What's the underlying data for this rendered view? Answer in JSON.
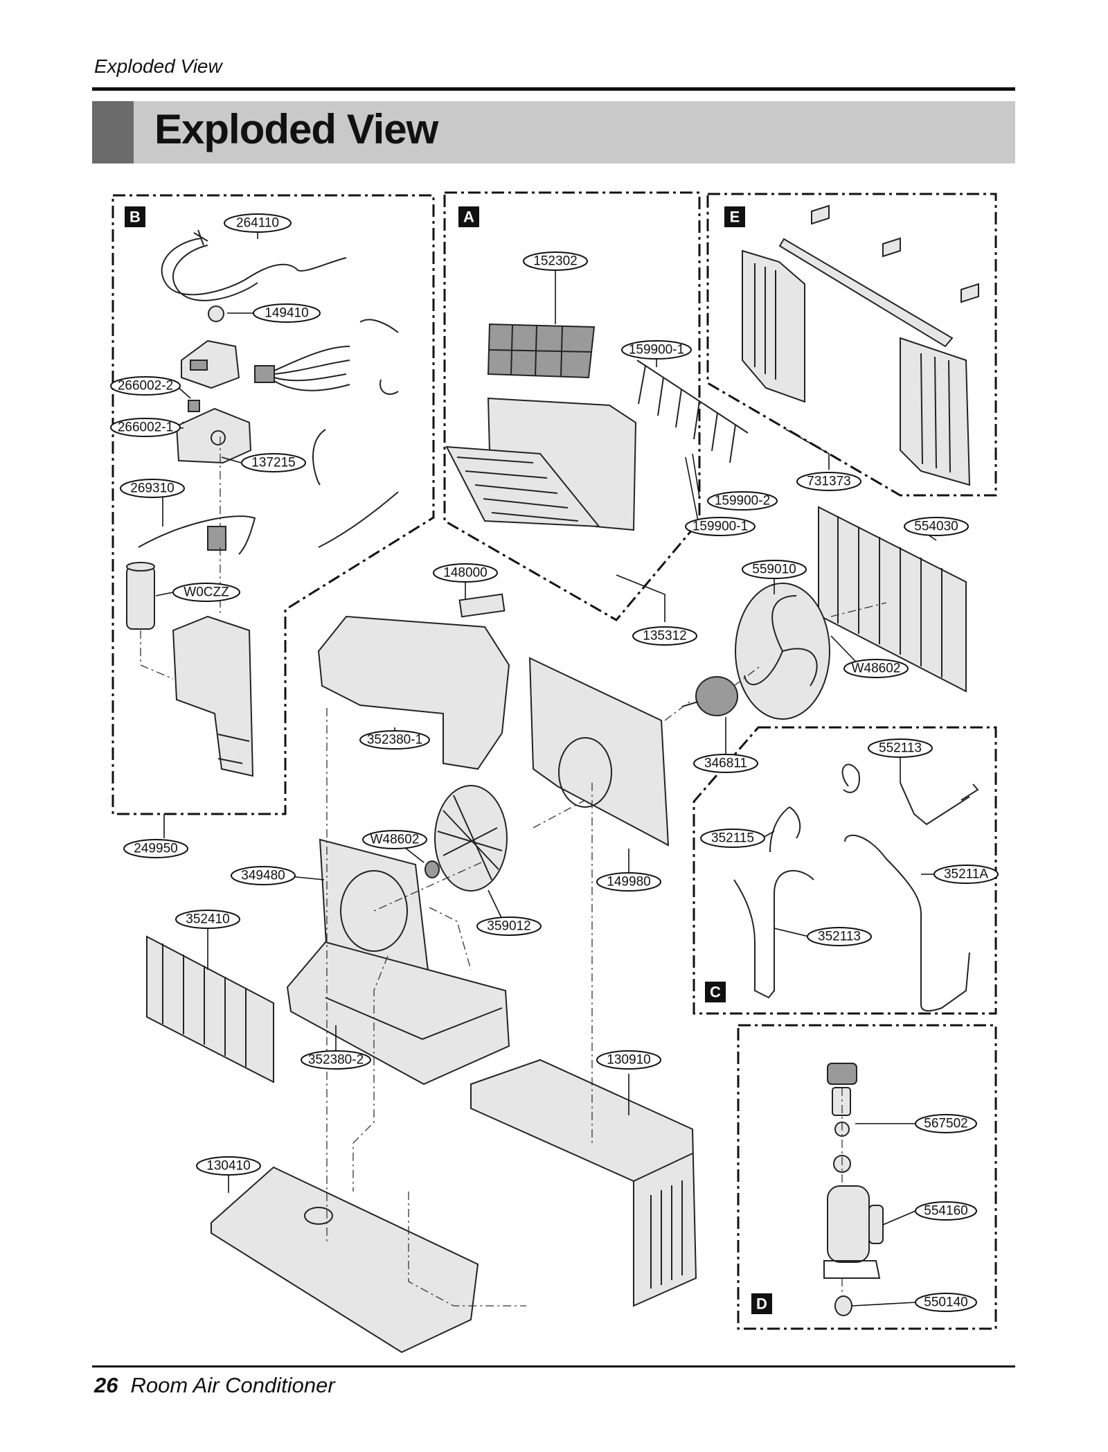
{
  "header": {
    "running_title": "Exploded View"
  },
  "title": {
    "text": "Exploded View"
  },
  "sections": {
    "a": "A",
    "b": "B",
    "c": "C",
    "d": "D",
    "e": "E"
  },
  "labels": {
    "p264110": "264110",
    "p149410": "149410",
    "p266002_2": "266002-2",
    "p266002_1": "266002-1",
    "p137215": "137215",
    "p269310": "269310",
    "pW0CZZ": "W0CZZ",
    "p249950": "249950",
    "p152302": "152302",
    "p159900_1a": "159900-1",
    "p159900_2": "159900-2",
    "p159900_1b": "159900-1",
    "p731373": "731373",
    "p554030": "554030",
    "p148000": "148000",
    "p135312": "135312",
    "p559010": "559010",
    "pW48602a": "W48602",
    "p352380_1": "352380-1",
    "p346811": "346811",
    "p552113a": "552113",
    "p352115": "352115",
    "p35211A": "35211A",
    "p352113b": "352113",
    "pW48602b": "W48602",
    "p349480": "349480",
    "p149980": "149980",
    "p359012": "359012",
    "p352410": "352410",
    "p352380_2": "352380-2",
    "p130910": "130910",
    "p567502": "567502",
    "p554160": "554160",
    "p130410": "130410",
    "p550140": "550140"
  },
  "footer": {
    "page_number": "26",
    "text": "Room Air Conditioner"
  }
}
